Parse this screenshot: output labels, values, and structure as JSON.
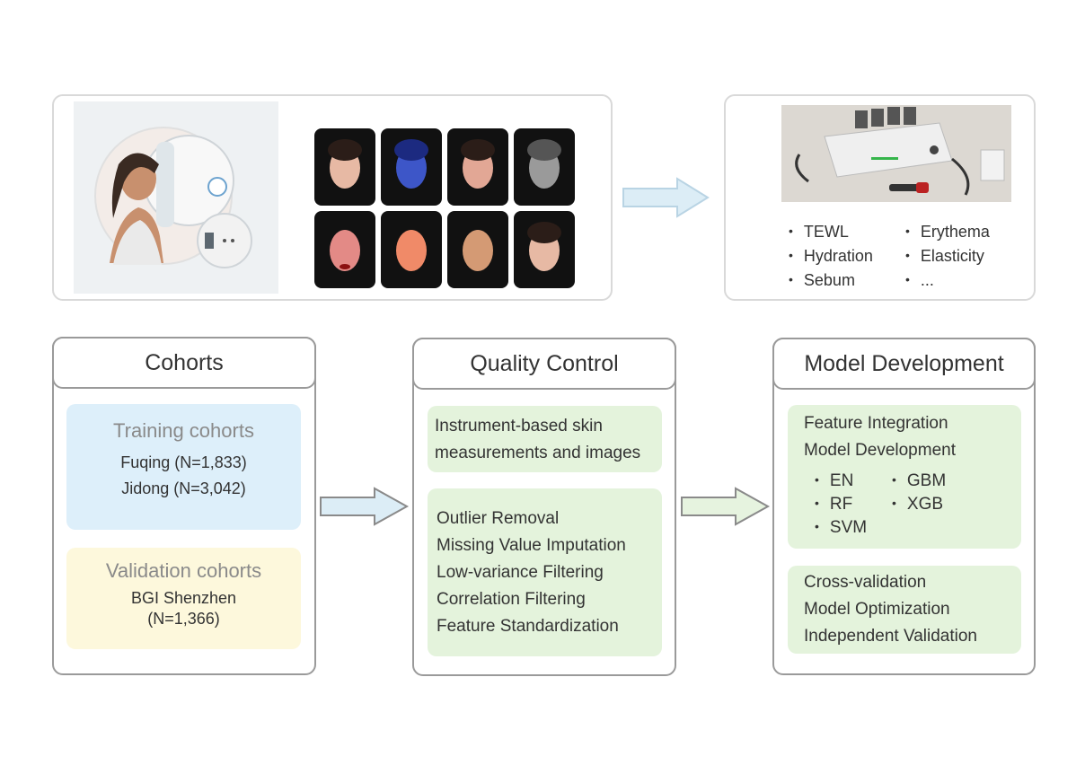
{
  "measurements": {
    "col1": [
      "TEWL",
      "Hydration",
      "Sebum"
    ],
    "col2": [
      "Erythema",
      "Elasticity",
      "..."
    ]
  },
  "cohorts": {
    "title": "Cohorts",
    "training": {
      "heading": "Training cohorts",
      "items": [
        "Fuqing (N=1,833)",
        "Jidong (N=3,042)"
      ]
    },
    "validation": {
      "heading": "Validation cohorts",
      "items": [
        "BGI Shenzhen",
        "(N=1,366)"
      ]
    }
  },
  "quality_control": {
    "title": "Quality Control",
    "box1": [
      "Instrument-based skin",
      "measurements and images"
    ],
    "box2": [
      "Outlier Removal",
      "Missing Value Imputation",
      "Low-variance Filtering",
      "Correlation Filtering",
      "Feature Standardization"
    ]
  },
  "model_development": {
    "title": "Model Development",
    "box1_lines": [
      "Feature Integration",
      "Model Development"
    ],
    "algorithms_col1": [
      "EN",
      "RF",
      "SVM"
    ],
    "algorithms_col2": [
      "GBM",
      "XGB"
    ],
    "box2": [
      "Cross-validation",
      "Model Optimization",
      "Independent Validation"
    ]
  },
  "colors": {
    "panel_border": "#d9d9d9",
    "box_border": "#9a9a9a",
    "training_fill": "#ddeffa",
    "validation_fill": "#fdf8dc",
    "green_fill": "#e4f3dc",
    "arrow_blue": "#dcedf6",
    "arrow_green": "#e6f3df"
  },
  "face_tints": [
    "#e7b9a4",
    "#3d56c8",
    "#e2a795",
    "#9a9a9a",
    "#e38a86",
    "#f08a68",
    "#d49a74",
    "#e7b9a4"
  ]
}
